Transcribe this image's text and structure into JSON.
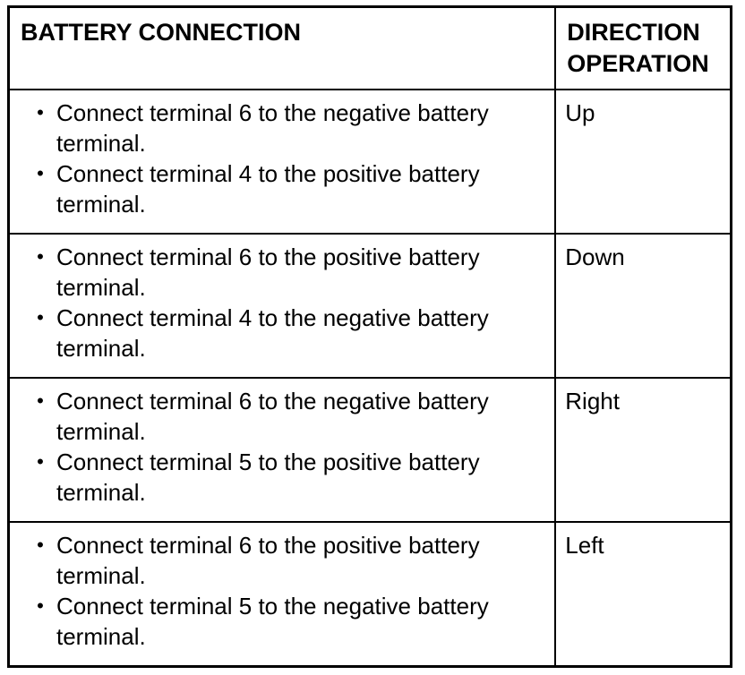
{
  "colors": {
    "background": "#ffffff",
    "border": "#000000",
    "text": "#000000"
  },
  "icons": {
    "bullet_glyph": "•"
  },
  "table": {
    "headers": [
      {
        "label": "BATTERY CONNECTION"
      },
      {
        "label": "DIRECTION OPERATION"
      }
    ],
    "rows": [
      {
        "connections": [
          "Connect terminal 6 to the negative battery terminal.",
          "Connect terminal 4 to the positive battery terminal."
        ],
        "direction": "Up"
      },
      {
        "connections": [
          "Connect terminal 6 to the positive battery terminal.",
          "Connect terminal 4 to the negative battery terminal."
        ],
        "direction": "Down"
      },
      {
        "connections": [
          "Connect terminal 6 to the negative battery terminal.",
          "Connect terminal 5 to the positive battery terminal."
        ],
        "direction": "Right"
      },
      {
        "connections": [
          "Connect terminal 6 to the positive battery terminal.",
          "Connect terminal 5 to the negative battery terminal."
        ],
        "direction": "Left"
      }
    ]
  }
}
